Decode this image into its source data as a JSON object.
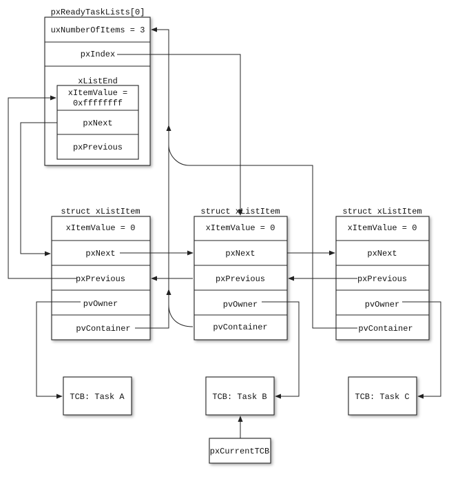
{
  "ready_list": {
    "title": "pxReadyTaskLists[0]",
    "ux_number_of_items": "uxNumberOfItems = 3",
    "px_index": "pxIndex",
    "list_end": {
      "title": "xListEnd",
      "item_value_line1": "xItemValue =",
      "item_value_line2": "0xffffffff",
      "px_next": "pxNext",
      "px_previous": "pxPrevious"
    }
  },
  "list_items": [
    {
      "title": "struct xListItem",
      "item_value": "xItemValue = 0",
      "px_next": "pxNext",
      "px_previous": "pxPrevious",
      "pv_owner": "pvOwner",
      "pv_container": "pvContainer"
    },
    {
      "title": "struct xListItem",
      "item_value": "xItemValue = 0",
      "px_next": "pxNext",
      "px_previous": "pxPrevious",
      "pv_owner": "pvOwner",
      "pv_container": "pvContainer"
    },
    {
      "title": "struct xListItem",
      "item_value": "xItemValue = 0",
      "px_next": "pxNext",
      "px_previous": "pxPrevious",
      "pv_owner": "pvOwner",
      "pv_container": "pvContainer"
    }
  ],
  "tcbs": [
    "TCB: Task A",
    "TCB: Task B",
    "TCB: Task C"
  ],
  "current_tcb": "pxCurrentTCB"
}
